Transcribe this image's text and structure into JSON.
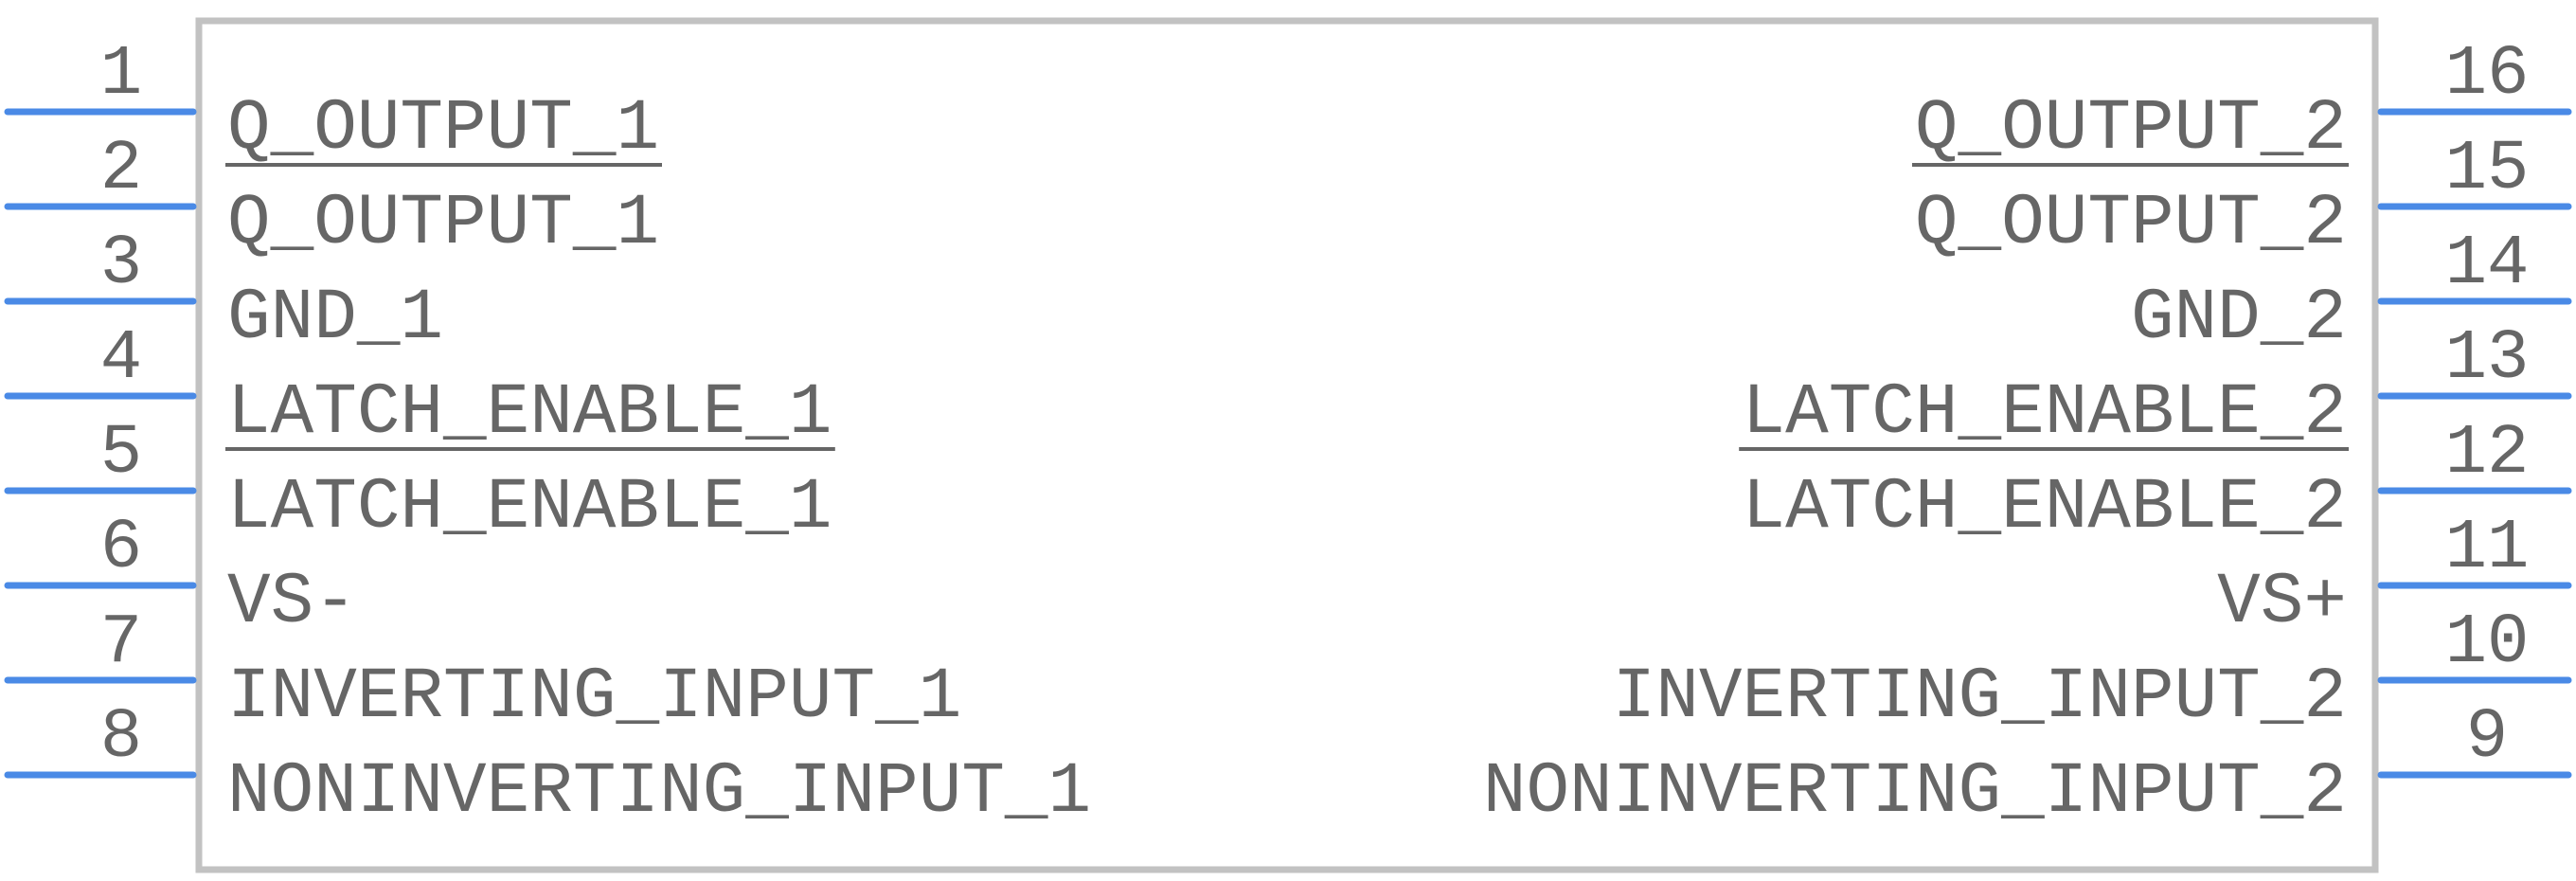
{
  "colors": {
    "body_outline": "#c2c2c2",
    "pin_line": "#4a8ae6",
    "text": "#666666",
    "background": "#ffffff"
  },
  "left_pins": [
    {
      "number": "1",
      "name": "Q_OUTPUT_1",
      "overbar": true
    },
    {
      "number": "2",
      "name": "Q_OUTPUT_1",
      "overbar": false
    },
    {
      "number": "3",
      "name": "GND_1",
      "overbar": false
    },
    {
      "number": "4",
      "name": "LATCH_ENABLE_1",
      "overbar": true
    },
    {
      "number": "5",
      "name": "LATCH_ENABLE_1",
      "overbar": false
    },
    {
      "number": "6",
      "name": "VS-",
      "overbar": false
    },
    {
      "number": "7",
      "name": "INVERTING_INPUT_1",
      "overbar": false
    },
    {
      "number": "8",
      "name": "NONINVERTING_INPUT_1",
      "overbar": false
    }
  ],
  "right_pins": [
    {
      "number": "16",
      "name": "Q_OUTPUT_2",
      "overbar": true
    },
    {
      "number": "15",
      "name": "Q_OUTPUT_2",
      "overbar": false
    },
    {
      "number": "14",
      "name": "GND_2",
      "overbar": false
    },
    {
      "number": "13",
      "name": "LATCH_ENABLE_2",
      "overbar": true
    },
    {
      "number": "12",
      "name": "LATCH_ENABLE_2",
      "overbar": false
    },
    {
      "number": "11",
      "name": "VS+",
      "overbar": false
    },
    {
      "number": "10",
      "name": "INVERTING_INPUT_2",
      "overbar": false
    },
    {
      "number": "9",
      "name": "NONINVERTING_INPUT_2",
      "overbar": false
    }
  ]
}
